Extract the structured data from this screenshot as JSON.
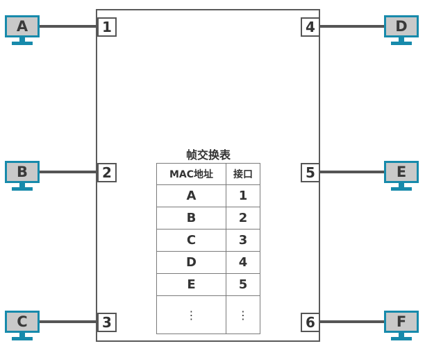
{
  "hosts": {
    "left": [
      "A",
      "B",
      "C"
    ],
    "right": [
      "D",
      "E",
      "F"
    ]
  },
  "ports": {
    "left": [
      "1",
      "2",
      "3"
    ],
    "right": [
      "4",
      "5",
      "6"
    ]
  },
  "table": {
    "title": "帧交换表",
    "headers": [
      "MAC地址",
      "接口"
    ],
    "rows": [
      [
        "A",
        "1"
      ],
      [
        "B",
        "2"
      ],
      [
        "C",
        "3"
      ],
      [
        "D",
        "4"
      ],
      [
        "E",
        "5"
      ],
      [
        "⋮",
        "⋮"
      ]
    ]
  },
  "colors": {
    "screen_frame": "#178aab",
    "screen_fill": "#c9c9c9",
    "line": "#555555"
  }
}
